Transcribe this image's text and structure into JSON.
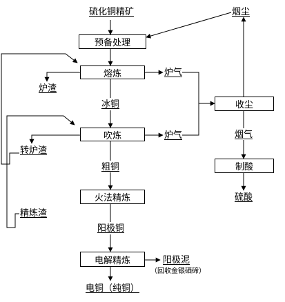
{
  "processes": {
    "pretreat": "预备处理",
    "smelt": "熔炼",
    "convert": "吹炼",
    "fire_refine": "火法精炼",
    "electrolysis": "电解精炼",
    "dust_collect": "收尘",
    "acid": "制酸"
  },
  "materials": {
    "ore": "硫化铜精矿",
    "dust": "烟尘",
    "slag": "炉渣",
    "matte": "冰铜",
    "converter_slag": "转炉渣",
    "blister": "粗铜",
    "refining_slag": "精炼渣",
    "anode": "阳极铜",
    "cathode": "电铜（纯铜）",
    "furnace_gas_1": "炉气",
    "furnace_gas_2": "炉气",
    "flue_gas": "烟气",
    "sulfuric_acid": "硫酸",
    "anode_mud": "阳极泥",
    "anode_mud_note": "（回收金银硒碲）"
  }
}
